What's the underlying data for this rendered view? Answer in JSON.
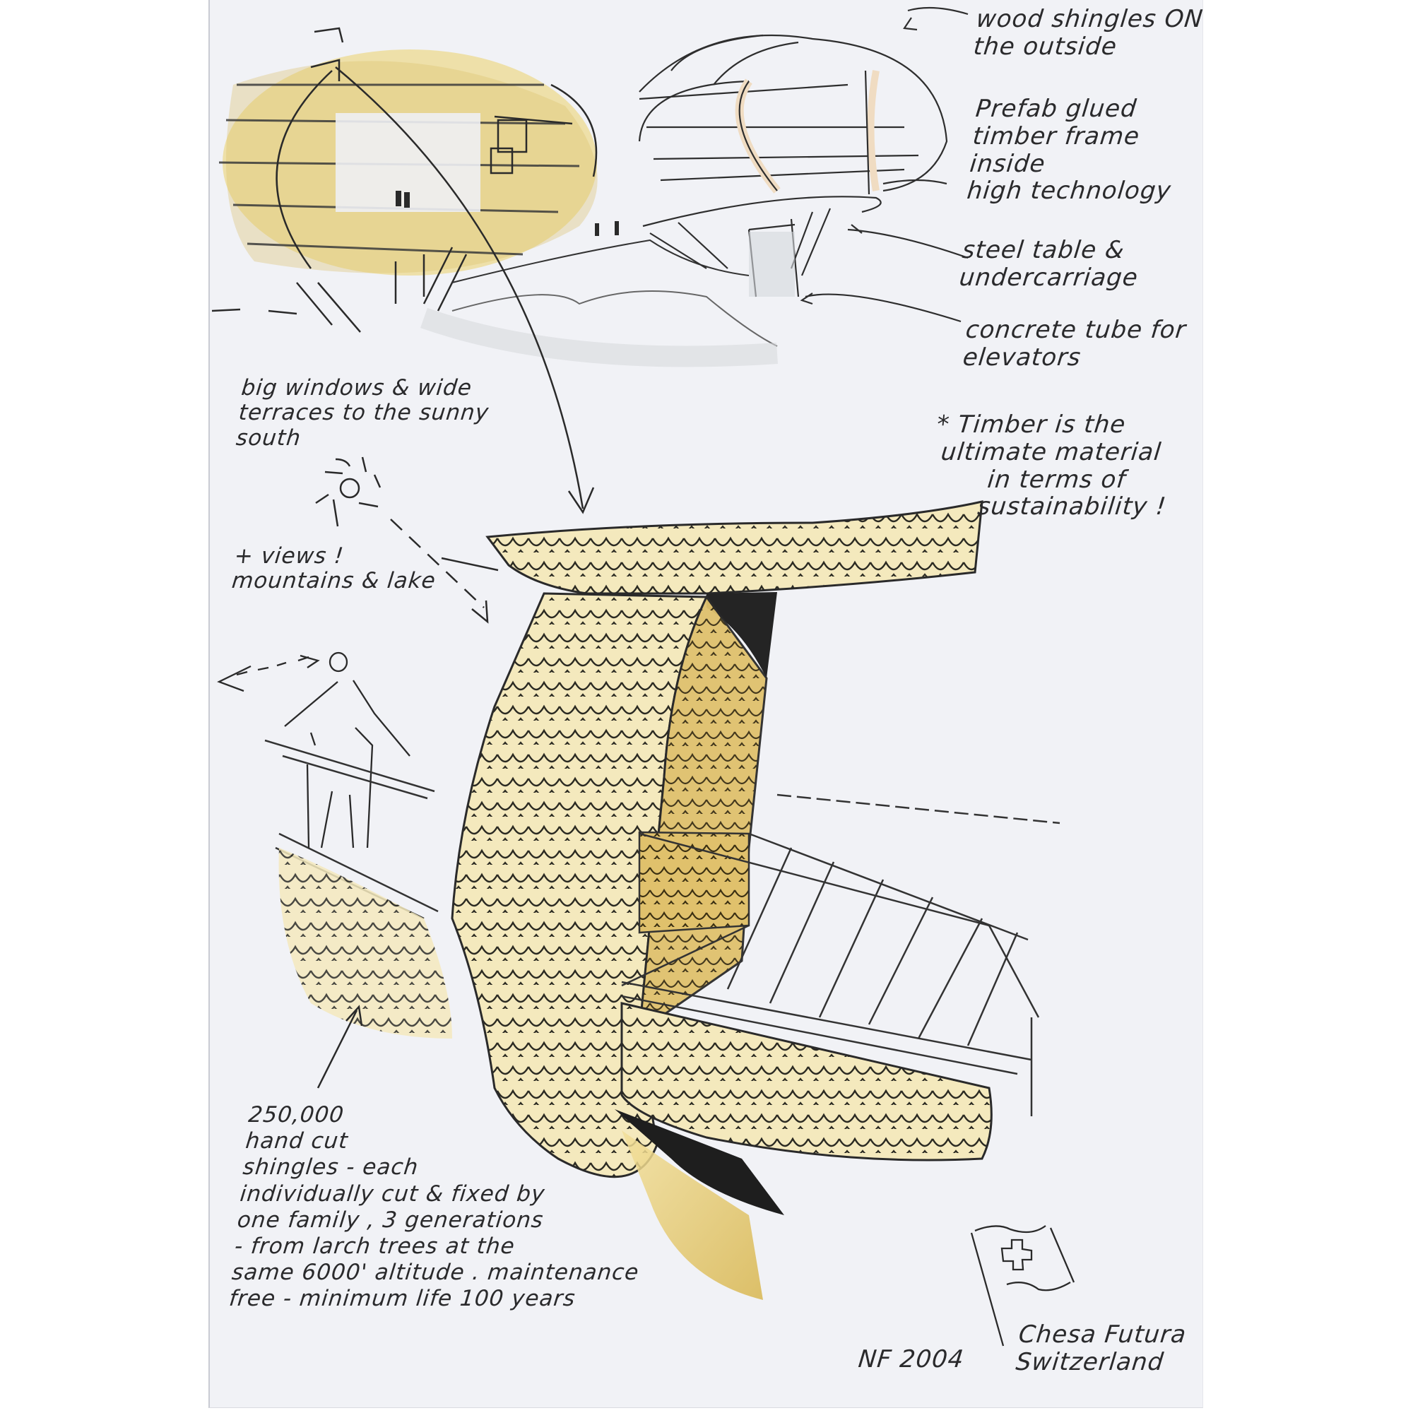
{
  "drawing": {
    "title": "Chesa Futura",
    "location": "Switzerland",
    "signature": "NF 2004",
    "colors": {
      "paper": "#f1f2f6",
      "pencil": "#2a2a2c",
      "shingle_fill": "#f3e6b0",
      "shingle_shadow": "#d9b75a",
      "dark_shadow": "#1c1c1c"
    }
  },
  "annotations": {
    "wood_shingles": [
      "wood shingles ON",
      "the outside"
    ],
    "prefab": [
      "Prefab glued",
      "timber frame",
      "inside",
      "high technology"
    ],
    "steel_table": [
      "steel table &",
      "undercarriage"
    ],
    "concrete_tube": [
      "concrete tube for",
      "elevators"
    ],
    "big_windows": [
      "big windows & wide",
      "terraces to the sunny",
      "south"
    ],
    "views": [
      "+ views !",
      "mountains & lake"
    ],
    "timber": [
      "* Timber is the",
      "ultimate material",
      "in terms of",
      "sustainability !"
    ],
    "shingles_count": [
      "250,000",
      "hand cut",
      "shingles - each",
      "individually cut & fixed by",
      "one family , 3 generations",
      "- from larch trees at the",
      "same 6000' altitude . maintenance",
      "free - minimum life 100 years"
    ]
  },
  "icons": {
    "sun": "sun-icon",
    "flag": "swiss-flag-icon",
    "eye": "eye-viewer-icon"
  }
}
